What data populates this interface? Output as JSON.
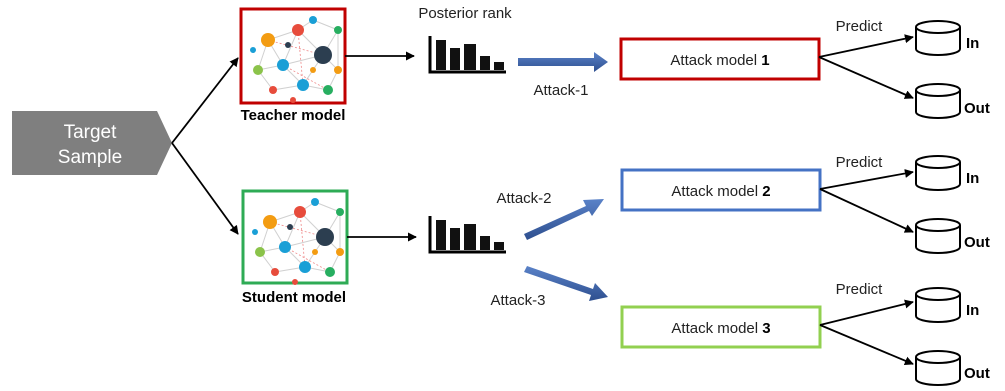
{
  "target": {
    "line1": "Target",
    "line2": "Sample"
  },
  "teacher": {
    "label": "Teacher model"
  },
  "student": {
    "label": "Student model"
  },
  "posterior_rank": "Posterior rank",
  "attack_labels": {
    "a1": "Attack-1",
    "a2": "Attack-2",
    "a3": "Attack-3"
  },
  "attack_models": [
    {
      "text": "Attack model ",
      "num": "1",
      "color": "#c00000"
    },
    {
      "text": "Attack model ",
      "num": "2",
      "color": "#4472c4"
    },
    {
      "text": "Attack model ",
      "num": "3",
      "color": "#92d050"
    }
  ],
  "predict": "Predict",
  "outcomes": {
    "in": "In",
    "out": "Out"
  },
  "colors": {
    "target_fill": "#7f7f7f",
    "teacher_border": "#c00000",
    "student_border": "#2eab55",
    "attack_arrow": "#3f63a8"
  }
}
